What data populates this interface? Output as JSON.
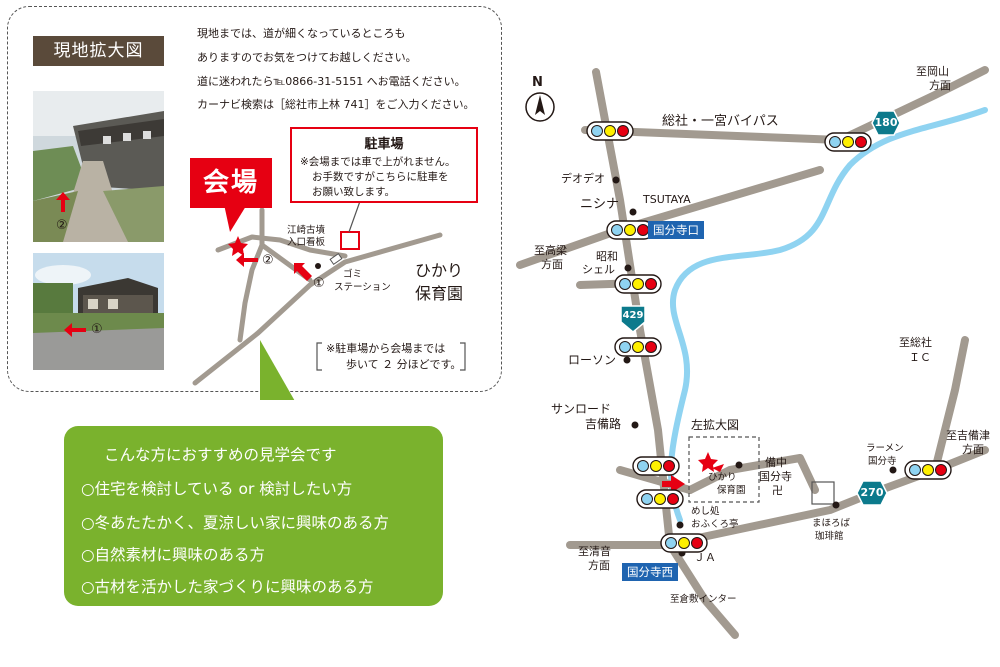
{
  "detail": {
    "tag": "現地拡大図",
    "notes": [
      "現地までは、道が細くなっているところも",
      "ありますのでお気をつけてお越しください。",
      "道に迷われたら℡0866-31-5151 へお電話ください。",
      "カーナビ検索は［総社市上林 741］をご入力ください。"
    ],
    "parking": {
      "title": "駐車場",
      "lines": [
        "※会場までは車で上がれません。",
        "お手数ですがこちらに駐車を",
        "お願い致します。"
      ]
    },
    "venue": "会場",
    "marker_1": "①",
    "marker_2": "②",
    "kofun_sign_1": "江崎古墳",
    "kofun_sign_2": "入口看板",
    "gomi_1": "ゴミ",
    "gomi_2": "ステーション",
    "nursery_1": "ひかり",
    "nursery_2": "保育園",
    "walk_1": "※駐車場から会場までは",
    "walk_2": "歩いて ２ 分ほどです。"
  },
  "recommend": {
    "title": "こんな方におすすめの見学会です",
    "items": [
      "○住宅を検討している or 検討したい方",
      "○冬あたたかく、夏涼しい家に興味のある方",
      "○自然素材に興味のある方",
      "○古材を活かした家づくりに興味のある方"
    ]
  },
  "map": {
    "north": "N",
    "okayama_1": "至岡山",
    "okayama_2": "方面",
    "bypass": "総社・一宮バイパス",
    "route_180": "180",
    "route_429": "429",
    "route_270": "270",
    "deodeo": "デオデオ",
    "tsutaya": "TSUTAYA",
    "nishina": "ニシナ",
    "kokubunji_guchi": "国分寺口",
    "takahashi_1": "至高梁",
    "takahashi_2": "方面",
    "showa_1": "昭和",
    "showa_2": "シェル",
    "lawson": "ローソン",
    "sanroad_1": "サンロード",
    "sanroad_2": "吉備路",
    "soja_ic_1": "至総社",
    "soja_ic_2": "ＩＣ",
    "left_enlarged": "左拡大図",
    "hikari_1": "ひかり",
    "hikari_2": "保育園",
    "bicchu_1": "備中",
    "bicchu_2": "国分寺",
    "temple_mark": "卍",
    "ramen_1": "ラーメン",
    "ramen_2": "国分寺",
    "kibitsu_1": "至吉備津",
    "kibitsu_2": "方面",
    "meshi_1": "めし処",
    "meshi_2": "おふくろ亭",
    "mahoroba_1": "まほろば",
    "mahoroba_2": "珈琲館",
    "ja": "ＪＡ",
    "kiyone_1": "至清音",
    "kiyone_2": "方面",
    "kokubunji_nishi": "国分寺西",
    "kurashiki": "至倉敷インター"
  },
  "colors": {
    "road": "#a29a90",
    "river": "#8fd3f1",
    "red": "#e60012",
    "green": "#7ab22d",
    "route_sign": "#0c7a8c",
    "station": "#1f64b0",
    "tag": "#5a4a3a"
  }
}
